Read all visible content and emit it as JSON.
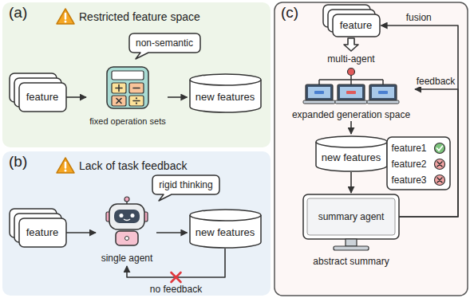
{
  "diagram": {
    "nodes": [
      {
        "text": [
          "(a)",
          "Restricted feature space"
        ]
      },
      {
        "text": [
          "feature"
        ],
        "in": 0
      },
      {
        "text": [
          "non-semantic"
        ],
        "in": 0
      },
      {
        "text": [
          "fixed operation sets"
        ],
        "in": 0
      },
      {
        "text": [
          "new features"
        ],
        "in": 0
      },
      {
        "text": [
          "(b)",
          "Lack of task feedback"
        ]
      },
      {
        "text": [
          "feature"
        ],
        "in": 5
      },
      {
        "text": [
          "rigid thinking"
        ],
        "in": 5
      },
      {
        "text": [
          "single agent"
        ],
        "in": 5
      },
      {
        "text": [
          "new features"
        ],
        "in": 5
      },
      {
        "text": [
          "(c)"
        ]
      },
      {
        "text": [
          "feature"
        ],
        "in": 10
      },
      {
        "text": [
          "multi-agent",
          "expanded generation space"
        ],
        "in": 10
      },
      {
        "text": [
          "new features"
        ],
        "in": 10
      },
      {
        "text": [
          "feature1",
          "feature2",
          "feature3"
        ],
        "in": 10
      },
      {
        "text": [
          "summary agent",
          "abstract summary"
        ],
        "in": 10
      }
    ],
    "edges": [
      {
        "from": 1,
        "to": 3,
        "arrow": "to"
      },
      {
        "from": 3,
        "to": 4,
        "arrow": "to"
      },
      {
        "from": 6,
        "to": 8,
        "arrow": "to"
      },
      {
        "from": 8,
        "to": 9,
        "arrow": "to"
      },
      {
        "from": 9,
        "to": 8,
        "label": "no feedback",
        "arrow": "to"
      },
      {
        "from": 11,
        "to": 12,
        "arrow": "to"
      },
      {
        "from": 12,
        "to": 13,
        "arrow": "to"
      },
      {
        "from": 13,
        "to": 15,
        "arrow": "to"
      },
      {
        "from": 15,
        "to": 11,
        "label": "fusion",
        "arrow": "to"
      },
      {
        "from": 15,
        "to": 12,
        "label": "feedback",
        "arrow": "to"
      }
    ]
  }
}
